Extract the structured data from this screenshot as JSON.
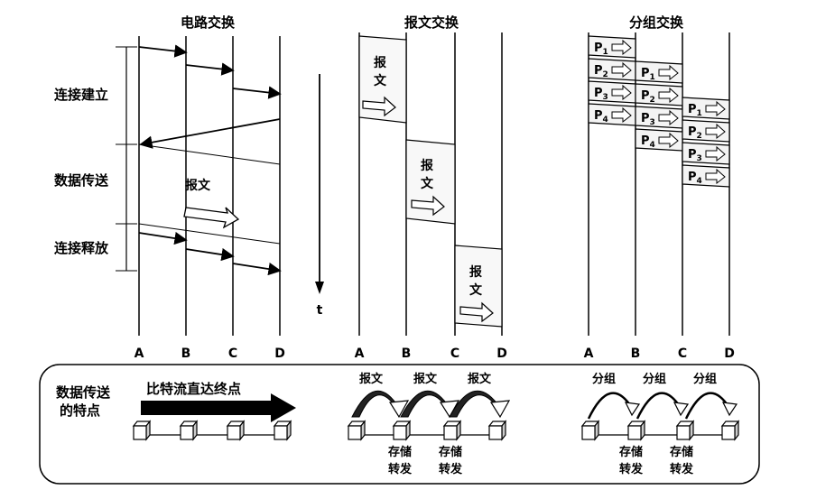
{
  "titles": {
    "circuit": "电路交换",
    "message": "报文交换",
    "packet": "分组交换"
  },
  "time_label": "t",
  "nodes": [
    "A",
    "B",
    "C",
    "D"
  ],
  "phases": [
    "连接建立",
    "数据传送",
    "连接释放"
  ],
  "circuit_message": "报文",
  "message_blocks": [
    "报文",
    "报文",
    "报文"
  ],
  "packets": {
    "col1": [
      "P1",
      "P2",
      "P3",
      "P4"
    ],
    "col2": [
      "P1",
      "P2",
      "P3",
      "P4"
    ],
    "col3": [
      "P1",
      "P2",
      "P3",
      "P4"
    ]
  },
  "bottom": {
    "label_line1": "数据传送",
    "label_line2": "的特点",
    "circuit_caption": "比特流直达终点",
    "message_hops": [
      "报文",
      "报文",
      "报文"
    ],
    "message_store": [
      "存储",
      "存储"
    ],
    "message_forward": [
      "转发",
      "转发"
    ],
    "packet_hops": [
      "分组",
      "分组",
      "分组"
    ],
    "packet_store": [
      "存储",
      "存储"
    ],
    "packet_forward": [
      "转发",
      "转发"
    ]
  }
}
